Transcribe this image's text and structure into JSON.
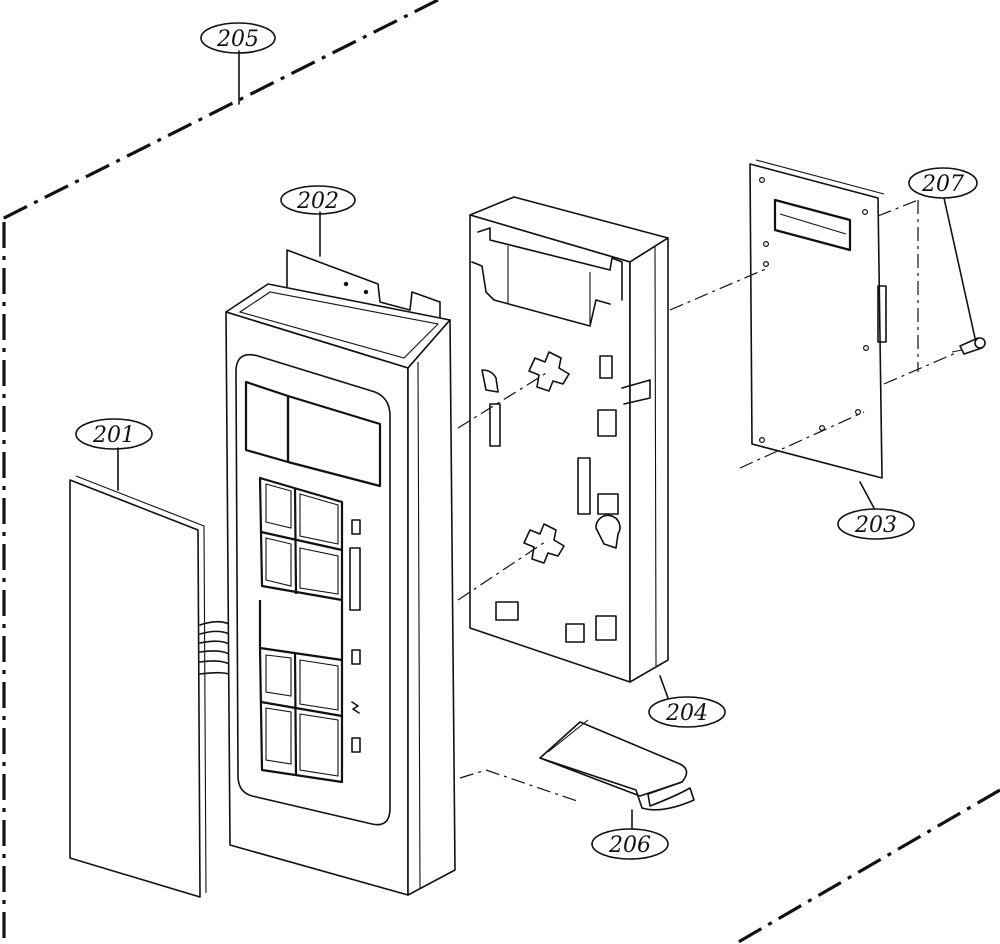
{
  "diagram": {
    "labels": {
      "l201": "201",
      "l202": "202",
      "l203": "203",
      "l204": "204",
      "l205": "205",
      "l206": "206",
      "l207": "207"
    }
  }
}
